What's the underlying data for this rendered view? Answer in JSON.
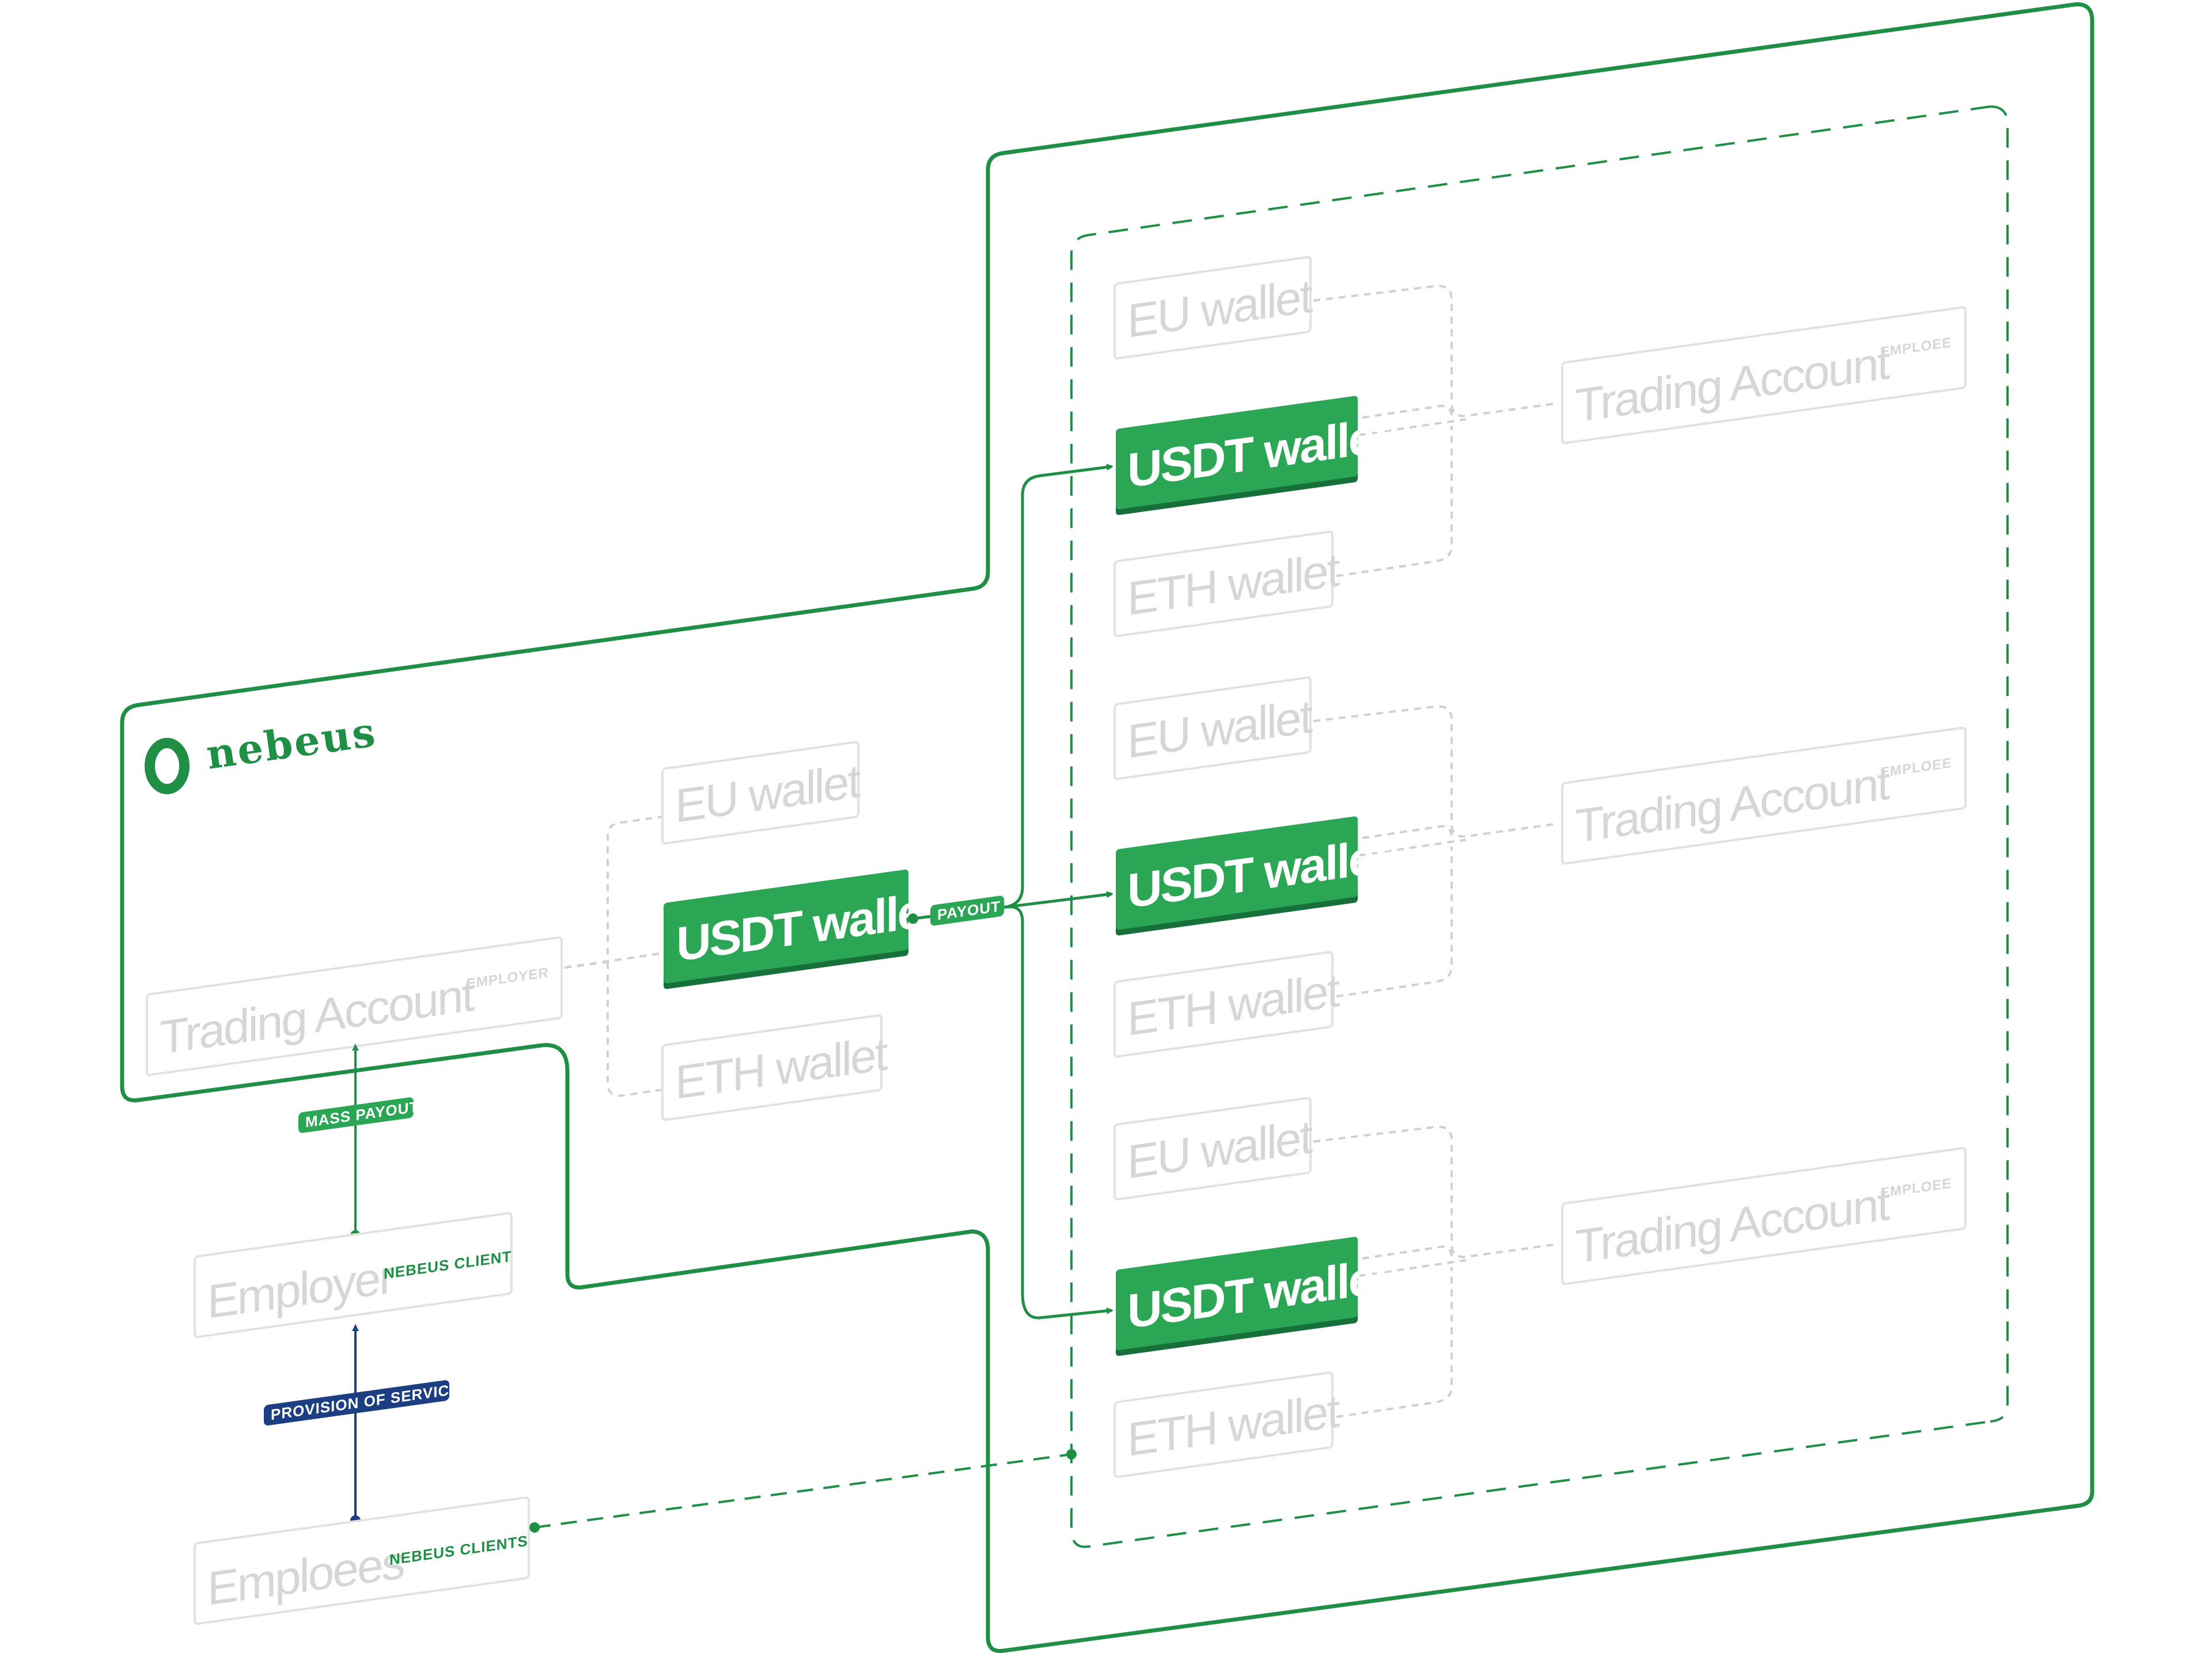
{
  "colors": {
    "brand_green": "#1f8f46",
    "usdt_green": "#2aa655",
    "usdt_dark": "#17703a",
    "navy": "#1b3f82",
    "muted": "#d6d6d6"
  },
  "brand": {
    "name": "nebeus",
    "icon": "nebeus-logo-icon"
  },
  "employer_panel": {
    "eu_wallet": "EU wallet",
    "usdt_wallet": "USDT wallet",
    "eth_wallet": "ETH wallet",
    "trading_account": "Trading Account",
    "trading_account_sub": "EMPLOYER"
  },
  "employee_groups": [
    {
      "eu_wallet": "EU wallet",
      "usdt_wallet": "USDT wallet",
      "eth_wallet": "ETH wallet",
      "trading_account": "Trading Account",
      "trading_account_sub": "EMPLOEE"
    },
    {
      "eu_wallet": "EU wallet",
      "usdt_wallet": "USDT wallet",
      "eth_wallet": "ETH wallet",
      "trading_account": "Trading Account",
      "trading_account_sub": "EMPLOEE"
    },
    {
      "eu_wallet": "EU wallet",
      "usdt_wallet": "USDT wallet",
      "eth_wallet": "ETH wallet",
      "trading_account": "Trading Account",
      "trading_account_sub": "EMPLOEE"
    }
  ],
  "actors": {
    "employer": "Employer",
    "employer_sub": "NEBEUS CLIENT",
    "employees": "Emploees",
    "employees_sub": "NEBEUS CLIENTS"
  },
  "tags": {
    "payout": "PAYOUT",
    "mass_payout": "MASS PAYOUT",
    "provision_of_service": "PROVISION OF SERVICE"
  }
}
